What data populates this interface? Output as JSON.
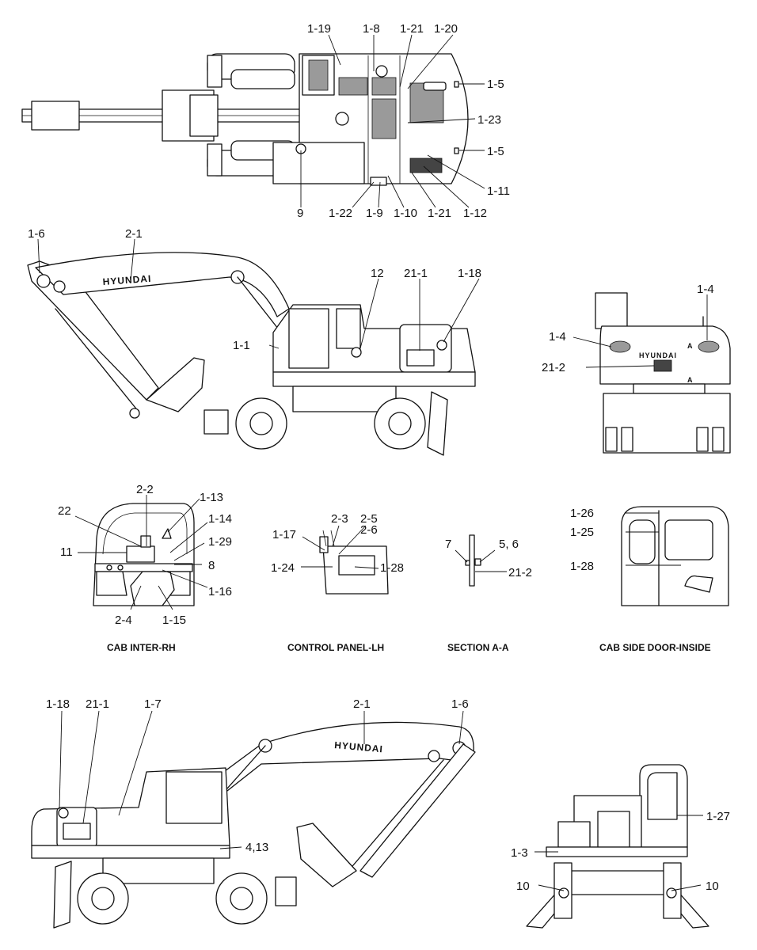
{
  "callouts": {
    "top": [
      "1-19",
      "1-8",
      "1-21",
      "1-20",
      "1-5",
      "1-23",
      "1-5",
      "1-11",
      "9",
      "1-22",
      "1-9",
      "1-10",
      "1-21",
      "1-12"
    ],
    "side_left": [
      "1-6",
      "2-1",
      "12",
      "21-1",
      "1-18",
      "1-1"
    ],
    "rear": [
      "1-4",
      "1-4",
      "21-2"
    ],
    "cab_inter": [
      "2-2",
      "1-13",
      "22",
      "1-14",
      "1-29",
      "11",
      "8",
      "1-16",
      "2-4",
      "1-15"
    ],
    "control_panel": [
      "2-3",
      "2-5",
      "2-6",
      "1-17",
      "1-24",
      "1-28"
    ],
    "section": [
      "7",
      "5, 6",
      "21-2"
    ],
    "cab_door": [
      "1-26",
      "1-25",
      "1-28"
    ],
    "side_right": [
      "1-18",
      "21-1",
      "1-7",
      "2-1",
      "1-6",
      "4,13"
    ],
    "front": [
      "1-27",
      "1-3",
      "10",
      "10"
    ]
  },
  "captions": {
    "cab_inter": "CAB INTER-RH",
    "control_panel": "CONTROL PANEL-LH",
    "section": "SECTION A-A",
    "cab_door": "CAB SIDE DOOR-INSIDE"
  },
  "decal": {
    "brand": "HYUNDAI",
    "section_mark": "A"
  }
}
